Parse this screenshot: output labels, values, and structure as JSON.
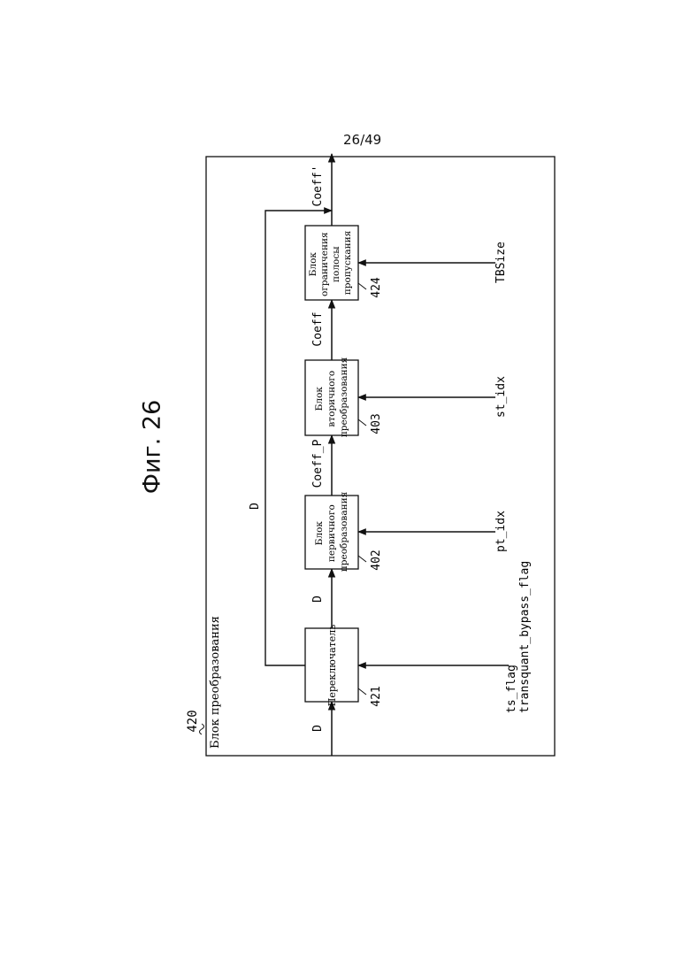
{
  "page_number": "26/49",
  "figure_title": "Фиг. 26",
  "unit": {
    "ref": "420",
    "label": "Блок преобразования"
  },
  "blocks": [
    {
      "ref": "421",
      "lines": [
        "Переключатель"
      ]
    },
    {
      "ref": "402",
      "lines": [
        "Блок",
        "первичного",
        "преобразования"
      ]
    },
    {
      "ref": "403",
      "lines": [
        "Блок",
        "вторичного",
        "преобразования"
      ]
    },
    {
      "ref": "424",
      "lines": [
        "Блок",
        "ограничения",
        "полосы",
        "пропускания"
      ]
    }
  ],
  "signals": {
    "input": "D",
    "switch_out": "D",
    "bypass": "D",
    "primary_out": "Coeff_P",
    "secondary_out": "Coeff",
    "output": "Coeff'"
  },
  "controls": {
    "switch": [
      "ts_flag",
      "transquant_bypass_flag"
    ],
    "primary": "pt_idx",
    "secondary": "st_idx",
    "band_limit": "TBSize"
  }
}
